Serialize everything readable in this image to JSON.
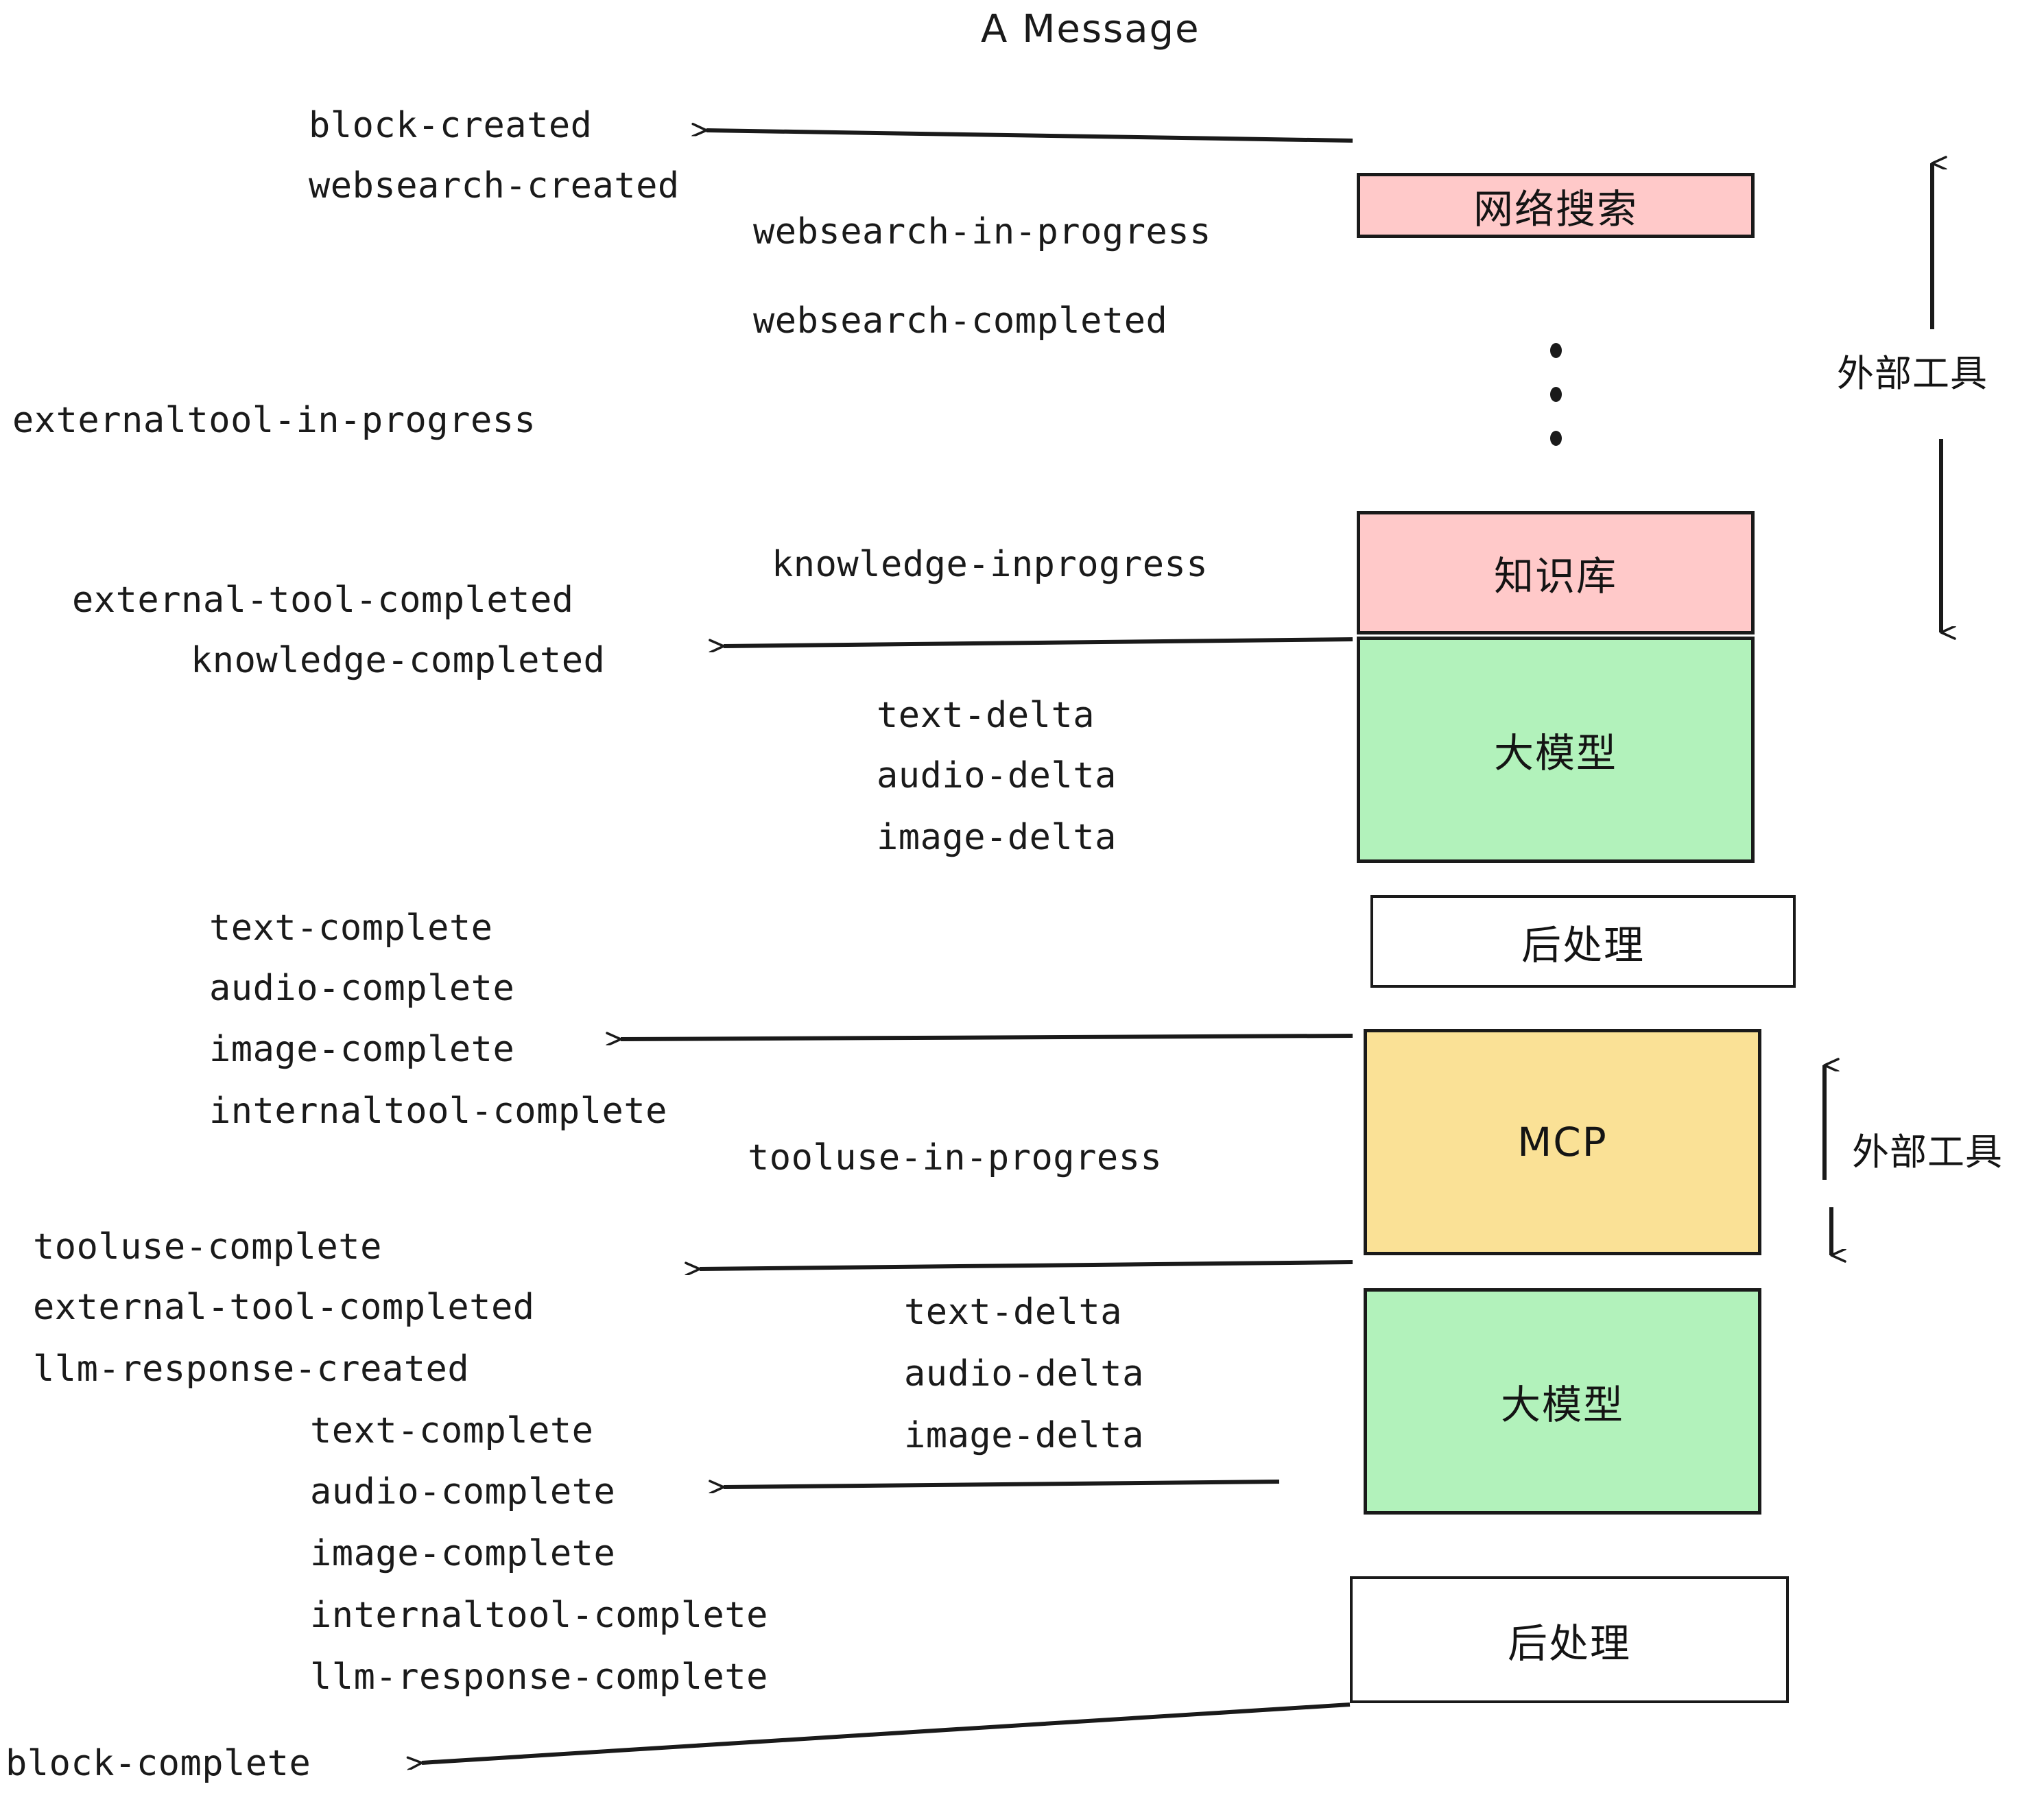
{
  "title": "A Message",
  "colors": {
    "external_tool_box": "#ffc9c9",
    "llm_box": "#b2f2bb",
    "mcp_box": "#fae196",
    "postprocess_box": "#ffffff",
    "stroke": "#1a1a1a",
    "background": "#ffffff"
  },
  "boxes": [
    {
      "id": "websearch",
      "label": "网络搜索",
      "fill": "#ffc9c9"
    },
    {
      "id": "knowledge",
      "label": "知识库",
      "fill": "#ffc9c9"
    },
    {
      "id": "llm-1",
      "label": "大模型",
      "fill": "#b2f2bb"
    },
    {
      "id": "post-1",
      "label": "后处理",
      "fill": "#ffffff"
    },
    {
      "id": "mcp",
      "label": "MCP",
      "fill": "#fae196"
    },
    {
      "id": "llm-2",
      "label": "大模型",
      "fill": "#b2f2bb"
    },
    {
      "id": "post-2",
      "label": "后处理",
      "fill": "#ffffff"
    }
  ],
  "side_labels": [
    {
      "id": "external-tools-top",
      "label": "外部工具"
    },
    {
      "id": "external-tools-bottom",
      "label": "外部工具"
    }
  ],
  "events": {
    "block_created": "block-created",
    "websearch_created": "websearch-created",
    "websearch_in_progress": "websearch-in-progress",
    "websearch_completed": "websearch-completed",
    "externaltool_in_progress": "externaltool-in-progress",
    "knowledge_inprogress": "knowledge-inprogress",
    "external_tool_completed_1": "external-tool-completed",
    "knowledge_completed": "knowledge-completed",
    "text_delta_1": "text-delta",
    "audio_delta_1": "audio-delta",
    "image_delta_1": "image-delta",
    "text_complete_1": "text-complete",
    "audio_complete_1": "audio-complete",
    "image_complete_1": "image-complete",
    "internaltool_complete_1": "internaltool-complete",
    "tooluse_in_progress": "tooluse-in-progress",
    "tooluse_complete": "tooluse-complete",
    "external_tool_completed_2": "external-tool-completed",
    "llm_response_created": "llm-response-created",
    "text_delta_2": "text-delta",
    "audio_delta_2": "audio-delta",
    "image_delta_2": "image-delta",
    "text_complete_2": "text-complete",
    "audio_complete_2": "audio-complete",
    "image_complete_2": "image-complete",
    "internaltool_complete_2": "internaltool-complete",
    "llm_response_complete": "llm-response-complete",
    "block_complete": "block-complete"
  }
}
